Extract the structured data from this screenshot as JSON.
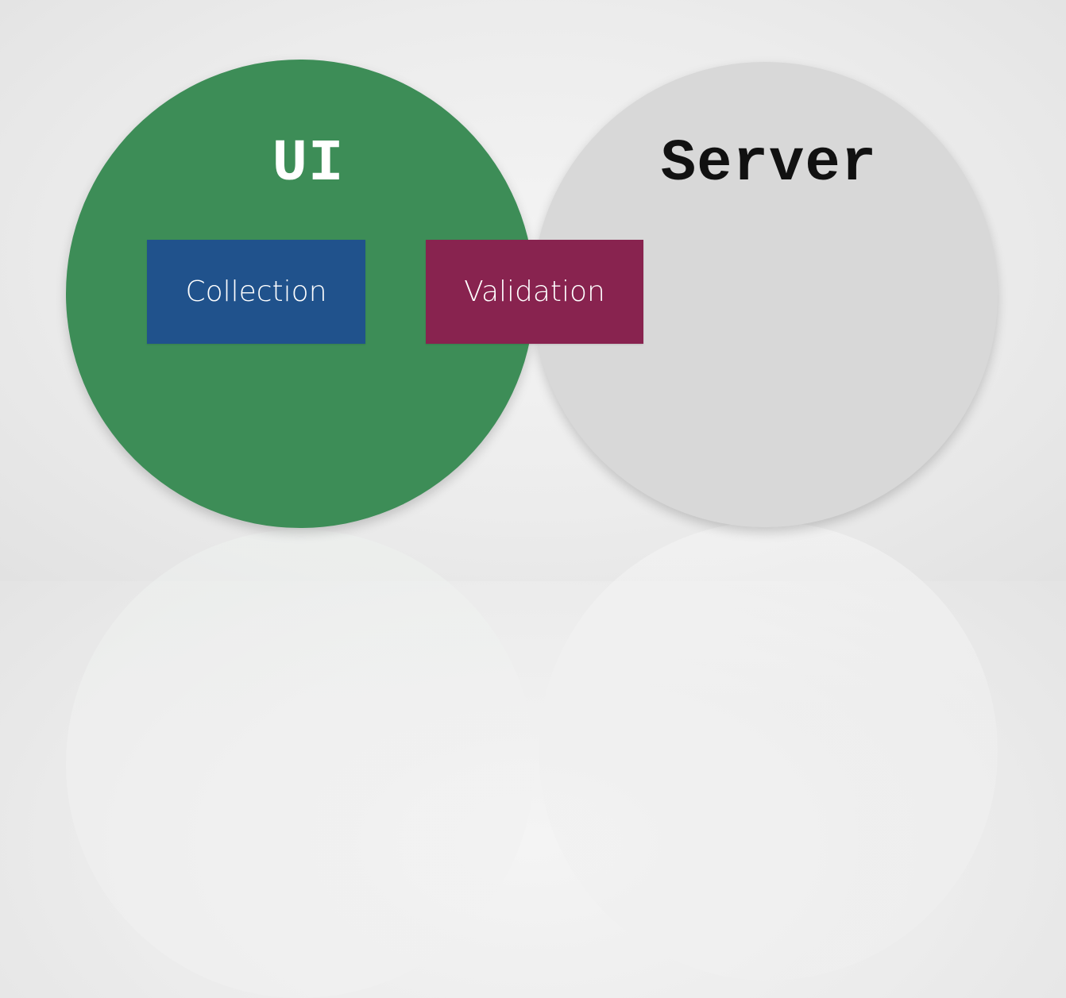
{
  "colors": {
    "ui_circle": "#3d8d57",
    "server_circle": "#d8d8d8",
    "ui_title": "#ffffff",
    "server_title": "#111111",
    "collection_box": "#20528c",
    "validation_box": "#88234f",
    "box_text": "#ffffff"
  },
  "ui": {
    "title": "UI"
  },
  "server": {
    "title": "Server"
  },
  "boxes": {
    "collection": "Collection",
    "validation": "Validation"
  }
}
